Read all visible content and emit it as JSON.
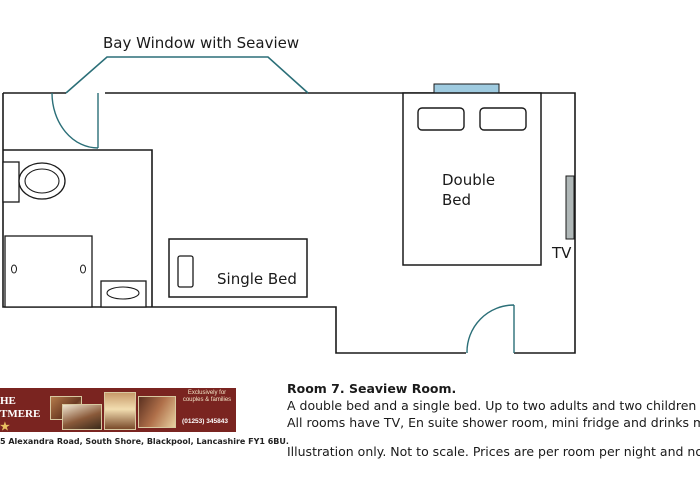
{
  "floorplan": {
    "bay_window_label": "Bay Window with Seaview",
    "double_bed_label_line1": "Double",
    "double_bed_label_line2": "Bed",
    "single_bed_label": "Single Bed",
    "tv_label": "TV",
    "wall_color": "#1a1a1a",
    "bay_color": "#2b6f78",
    "headboard_color": "#9fcbe0",
    "tv_color": "#b0b8b8"
  },
  "banner": {
    "name_line1": "HE",
    "name_line2": "TMERE",
    "star": "★",
    "tagline": "Exclusively for couples & families",
    "phone": "(01253) 345843",
    "address": "5 Alexandra Road, South Shore, Blackpool, Lancashire  FY1 6BU.",
    "background_color": "#7a2420"
  },
  "info": {
    "title": "Room 7. Seaview Room.",
    "line1": "A double bed and a single bed. Up to two adults and two children",
    "line2": "All rooms have TV, En suite shower room, mini fridge and drinks m",
    "line3": "Illustration only. Not to scale. Prices are per room per night and no"
  }
}
